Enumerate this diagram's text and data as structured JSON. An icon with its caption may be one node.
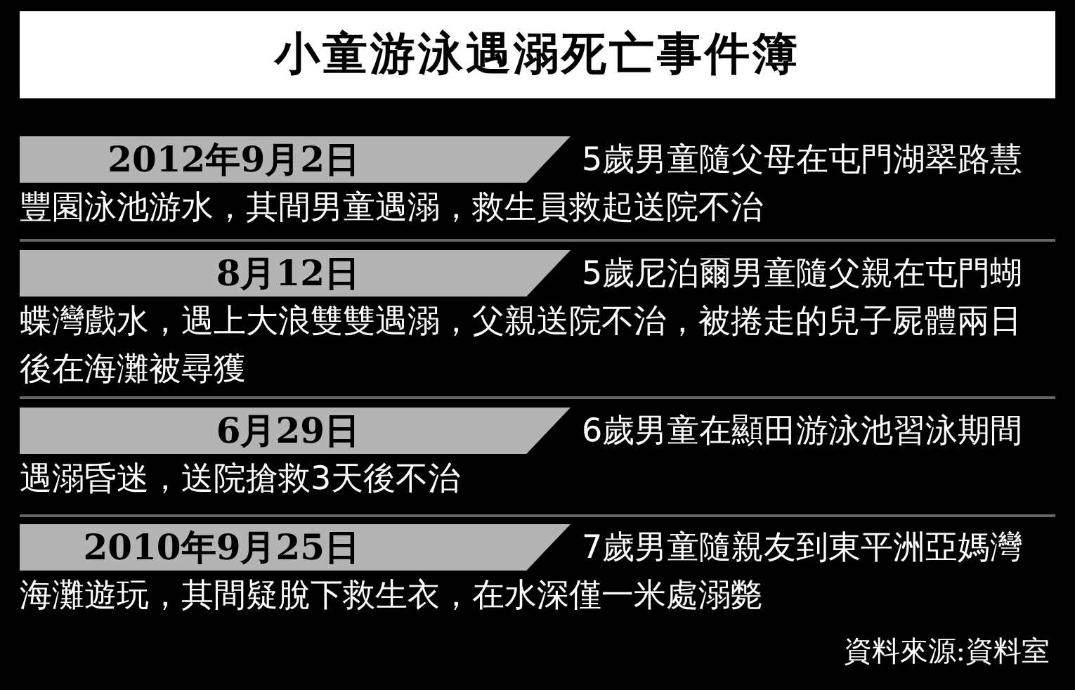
{
  "diagram": {
    "title": "小童游泳遇溺死亡事件簿",
    "nodes": [
      {
        "text": [
          "2012年9月2日"
        ],
        "beside": [
          "5歲男童隨父母在屯門湖翠路慧豐園泳池游水，其間男童遇溺，救生員救起送院不治"
        ]
      },
      {
        "text": [
          "8月12日"
        ],
        "beside": [
          "5歲尼泊爾男童隨父親在屯門蝴蝶灣戲水，遇上大浪雙雙遇溺，父親送院不治，被捲走的兒子屍體兩日後在海灘被尋獲"
        ]
      },
      {
        "text": [
          "6月29日"
        ],
        "beside": [
          "6歲男童在顯田游泳池習泳期間遇溺昏迷，送院搶救3天後不治"
        ]
      },
      {
        "text": [
          "2010年9月25日"
        ],
        "beside": [
          "7歲男童隨親友到東平洲亞媽灣海灘遊玩，其間疑脫下救生衣，在水深僅一米處溺斃"
        ]
      }
    ],
    "labels": [
      "資料來源:資料室"
    ]
  }
}
